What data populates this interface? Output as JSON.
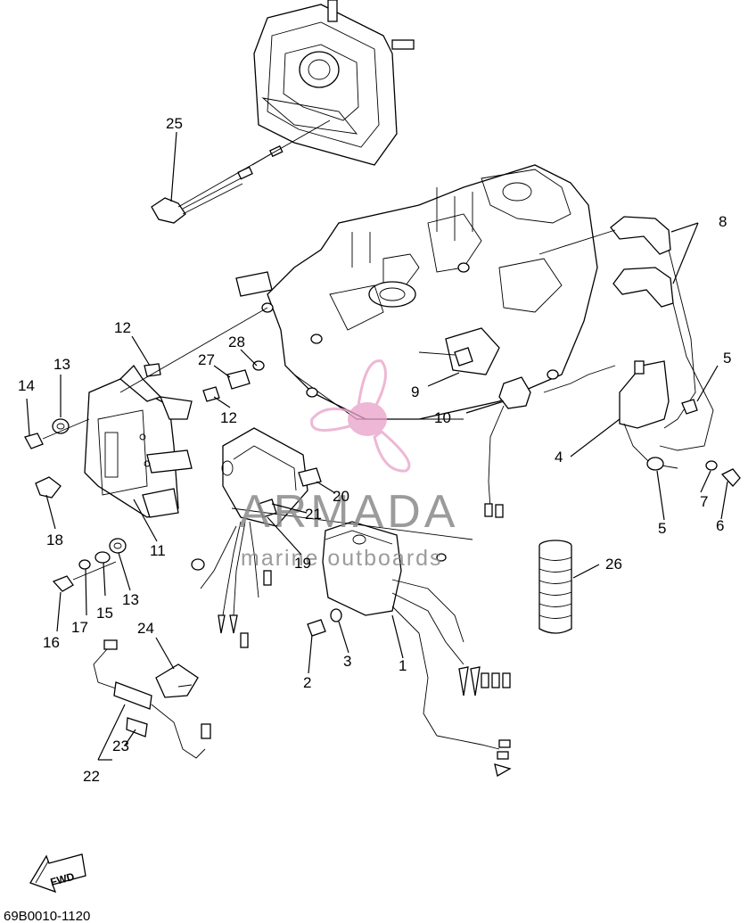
{
  "diagram": {
    "code": "69B0010-1120",
    "callouts": {
      "p1": "1",
      "p2": "2",
      "p3": "3",
      "p4": "4",
      "p5a": "5",
      "p5b": "5",
      "p6": "6",
      "p7": "7",
      "p8": "8",
      "p9": "9",
      "p10": "10",
      "p11": "11",
      "p12a": "12",
      "p12b": "12",
      "p13a": "13",
      "p13b": "13",
      "p14": "14",
      "p15": "15",
      "p16": "16",
      "p17": "17",
      "p18": "18",
      "p19": "19",
      "p20": "20",
      "p21": "21",
      "p22": "22",
      "p23": "23",
      "p24": "24",
      "p25": "25",
      "p26": "26",
      "p27": "27",
      "p28": "28"
    },
    "fwd_label": "FWD"
  },
  "watermark": {
    "title": "ARMADA",
    "subtitle": "marine outboards",
    "color": "#e8a0c8"
  }
}
